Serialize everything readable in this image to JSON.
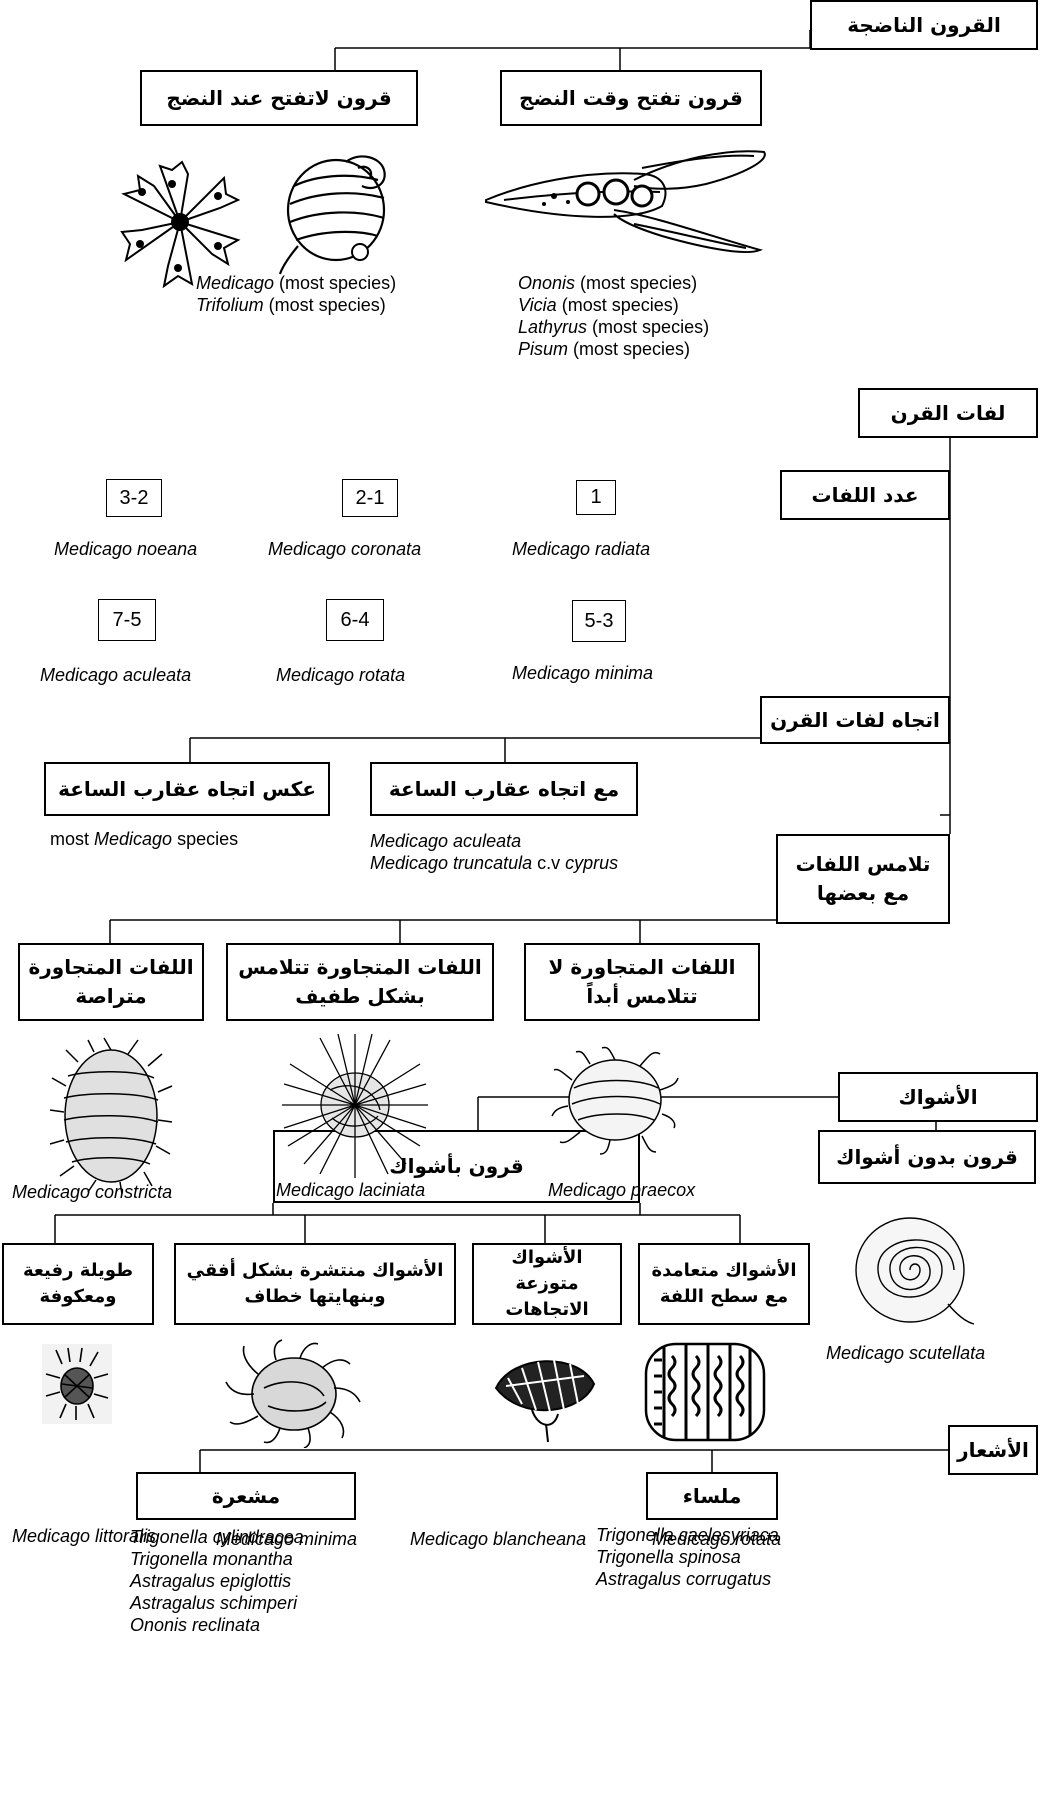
{
  "nodes": {
    "mature_pods": "القرون الناضجة",
    "dehiscent": "قرون تفتح وقت النضج",
    "indehiscent": "قرون لاتفتح عند النضج",
    "pod_coils": "لفات القرن",
    "coil_count": "عدد اللفات",
    "coil_direction": "اتجاه لفات القرن",
    "clockwise": "مع اتجاه عقارب الساعة",
    "counterclockwise": "عكس اتجاه عقارب الساعة",
    "coil_contact_l1": "تلامس اللفات",
    "coil_contact_l2": "مع بعضها",
    "never_touch_l1": "اللفات المتجاورة لا",
    "never_touch_l2": "تتلامس أبداً",
    "slightly_touch_l1": "اللفات المتجاورة تتلامس",
    "slightly_touch_l2": "بشكل طفيف",
    "tightly_packed_l1": "اللفات المتجاورة",
    "tightly_packed_l2": "متراصة",
    "spines": "الأشواك",
    "spineless": "قرون بدون أشواك",
    "spiny": "قرون بأشواك",
    "perpendicular_l1": "الأشواك متعامدة",
    "perpendicular_l2": "مع سطح اللفة",
    "multidirectional_l1": "الأشواك متوزعة",
    "multidirectional_l2": "الاتجاهات",
    "horizontal_l1": "الأشواك منتشرة بشكل أفقي",
    "horizontal_l2": "وبنهايتها خطاف",
    "long_curved_l1": "طويلة رفيعة",
    "long_curved_l2": "ومعكوفة",
    "hairs": "الأشعار",
    "smooth": "ملساء",
    "hairy": "مشعرة"
  },
  "coil_numbers": [
    "1",
    "2-1",
    "3-2",
    "5-3",
    "6-4",
    "7-5"
  ],
  "labels": {
    "dehiscent_species": [
      [
        "Ononis",
        " (most species)"
      ],
      [
        "Vicia",
        " (most species)"
      ],
      [
        "Lathyrus",
        " (most species)"
      ],
      [
        "Pisum",
        " (most species)"
      ]
    ],
    "indehiscent_species": [
      [
        "Medicago",
        " (most species)"
      ],
      [
        "Trifolium",
        " (most species)"
      ]
    ],
    "coil_species": [
      "Medicago radiata",
      "Medicago coronata",
      "Medicago noeana",
      "Medicago minima",
      "Medicago rotata",
      "Medicago aculeata"
    ],
    "counterclockwise_species": {
      "pre": "most ",
      "it": "Medicago",
      "post": " species"
    },
    "clockwise_species": {
      "l1": "Medicago aculeata",
      "l2_it": "Medicago truncatula",
      "l2_mid": " c.v ",
      "l2_it2": "cyprus"
    },
    "contact_species": [
      "Medicago praecox",
      "Medicago laciniata",
      "Medicago constricta"
    ],
    "spine_species": [
      "Medicago scutellata",
      "Medicago rotata",
      "Medicago blancheana",
      "Medicago minima",
      "Medicago littoralis"
    ],
    "smooth_species": [
      "Trigonella caelesyriaca",
      "Trigonella spinosa",
      "Astragalus corrugatus"
    ],
    "hairy_species": [
      "Trigonella cylindracea",
      "Trigonella monantha",
      "Astragalus epiglottis",
      "Astragalus schimperi",
      "Ononis reclinata"
    ]
  }
}
